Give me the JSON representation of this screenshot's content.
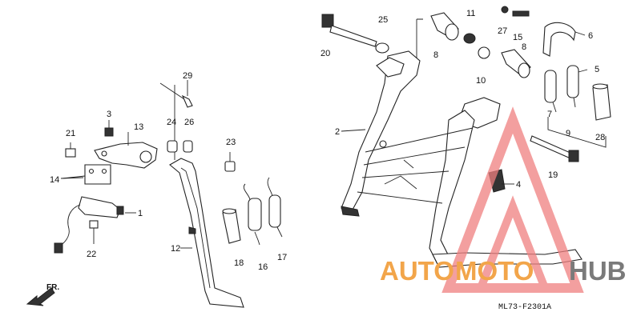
{
  "diagram": {
    "part_numbers": {
      "p1": "1",
      "p2": "2",
      "p3": "3",
      "p4": "4",
      "p5": "5",
      "p6": "6",
      "p7": "7",
      "p8a": "8",
      "p8b": "8",
      "p9": "9",
      "p10": "10",
      "p11": "11",
      "p12": "12",
      "p13": "13",
      "p14": "14",
      "p15": "15",
      "p16": "16",
      "p17": "17",
      "p18": "18",
      "p19": "19",
      "p20": "20",
      "p21": "21",
      "p22": "22",
      "p23": "23",
      "p24": "24",
      "p25": "25",
      "p26": "26",
      "p27": "27",
      "p28": "28",
      "p29": "29"
    },
    "figure_code": "ML73-F2301A",
    "direction_label": "FR.",
    "watermark": {
      "part1": "AUTO",
      "part2": "MOTO",
      "part3": "HUB",
      "color_primary": "#f2a54a",
      "color_secondary": "#7a7a7a",
      "triangle_color": "#f08080"
    }
  }
}
